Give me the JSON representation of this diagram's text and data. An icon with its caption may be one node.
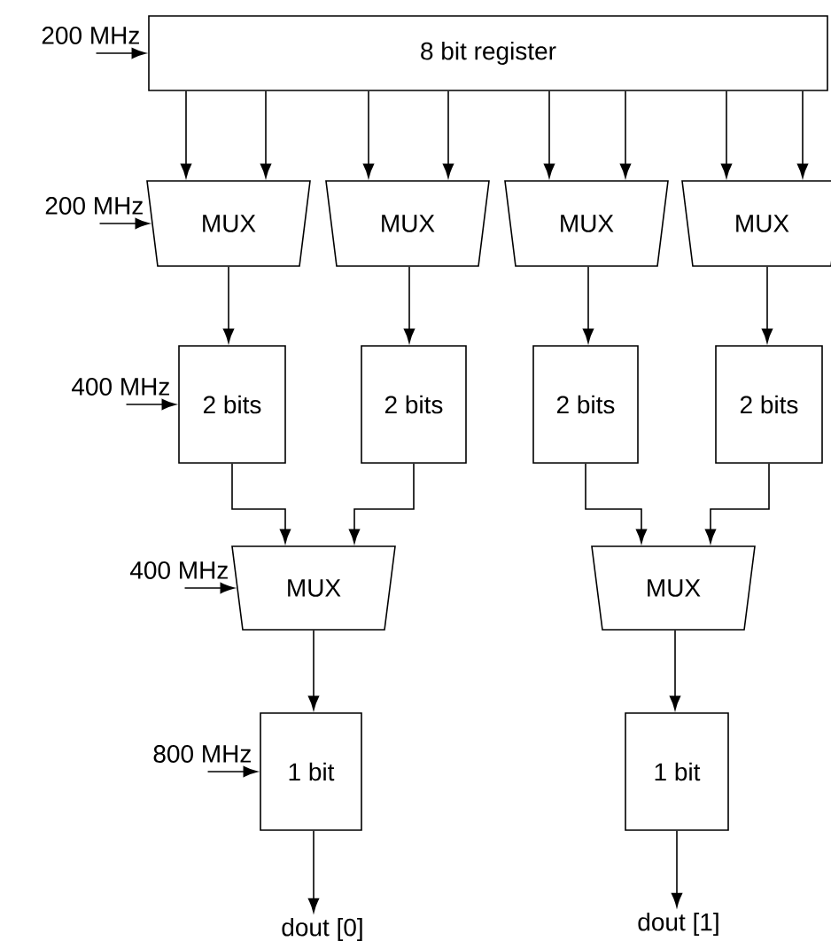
{
  "diagram": {
    "nodes": [
      {
        "text": [
          "200 MHz"
        ]
      },
      {
        "text": [
          "8 bit register"
        ]
      },
      {
        "text": [
          "200 MHz"
        ]
      },
      {
        "text": [
          "MUX"
        ]
      },
      {
        "text": [
          "MUX"
        ]
      },
      {
        "text": [
          "MUX"
        ]
      },
      {
        "text": [
          "MUX"
        ]
      },
      {
        "text": [
          "400 MHz"
        ]
      },
      {
        "text": [
          "2 bits"
        ]
      },
      {
        "text": [
          "2 bits"
        ]
      },
      {
        "text": [
          "2 bits"
        ]
      },
      {
        "text": [
          "2 bits"
        ]
      },
      {
        "text": [
          "400 MHz"
        ]
      },
      {
        "text": [
          "MUX"
        ]
      },
      {
        "text": [
          "MUX"
        ]
      },
      {
        "text": [
          "800 MHz"
        ]
      },
      {
        "text": [
          "1 bit"
        ]
      },
      {
        "text": [
          "1 bit"
        ]
      },
      {
        "text": [
          "dout [0]"
        ]
      },
      {
        "text": [
          "dout [1]"
        ]
      }
    ],
    "edges": [
      {
        "from": 0,
        "to": 1,
        "arrow": "to"
      },
      {
        "from": 1,
        "to": 3,
        "arrow": "to"
      },
      {
        "from": 1,
        "to": 3,
        "arrow": "to"
      },
      {
        "from": 1,
        "to": 4,
        "arrow": "to"
      },
      {
        "from": 1,
        "to": 4,
        "arrow": "to"
      },
      {
        "from": 1,
        "to": 5,
        "arrow": "to"
      },
      {
        "from": 1,
        "to": 5,
        "arrow": "to"
      },
      {
        "from": 1,
        "to": 6,
        "arrow": "to"
      },
      {
        "from": 1,
        "to": 6,
        "arrow": "to"
      },
      {
        "from": 2,
        "to": 3,
        "arrow": "to"
      },
      {
        "from": 3,
        "to": 8,
        "arrow": "to"
      },
      {
        "from": 4,
        "to": 9,
        "arrow": "to"
      },
      {
        "from": 5,
        "to": 10,
        "arrow": "to"
      },
      {
        "from": 6,
        "to": 11,
        "arrow": "to"
      },
      {
        "from": 7,
        "to": 8,
        "arrow": "to"
      },
      {
        "from": 8,
        "to": 13,
        "arrow": "to"
      },
      {
        "from": 9,
        "to": 13,
        "arrow": "to"
      },
      {
        "from": 10,
        "to": 14,
        "arrow": "to"
      },
      {
        "from": 11,
        "to": 14,
        "arrow": "to"
      },
      {
        "from": 12,
        "to": 13,
        "arrow": "to"
      },
      {
        "from": 13,
        "to": 16,
        "arrow": "to"
      },
      {
        "from": 14,
        "to": 17,
        "arrow": "to"
      },
      {
        "from": 15,
        "to": 16,
        "arrow": "to"
      },
      {
        "from": 16,
        "to": 18,
        "arrow": "to"
      },
      {
        "from": 17,
        "to": 19,
        "arrow": "to"
      }
    ]
  }
}
